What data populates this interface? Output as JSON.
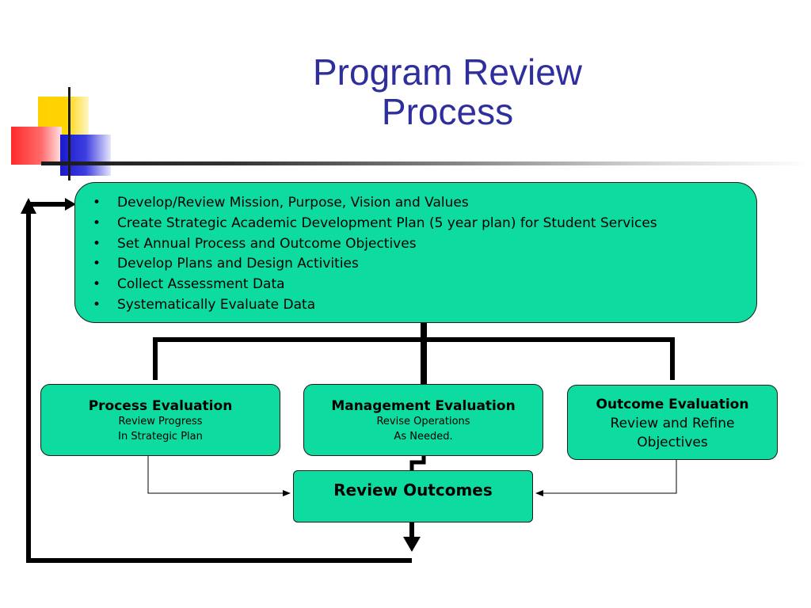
{
  "title": {
    "line1": "Program Review",
    "line2": "Process"
  },
  "main_box": {
    "items": [
      "Develop/Review Mission, Purpose, Vision and Values",
      "Create Strategic Academic Development Plan (5 year plan) for Student Services",
      "Set Annual Process and Outcome Objectives",
      "Develop Plans and Design Activities",
      "Collect Assessment Data",
      "Systematically Evaluate Data"
    ]
  },
  "process_eval": {
    "heading": "Process Evaluation",
    "line1": "Review Progress",
    "line2": "In Strategic Plan"
  },
  "management_eval": {
    "heading": "Management Evaluation",
    "line1": "Revise Operations",
    "line2": "As Needed."
  },
  "outcome_eval": {
    "heading": "Outcome Evaluation",
    "line1": "Review and Refine",
    "line2": "Objectives"
  },
  "review_outcomes": {
    "label": "Review Outcomes"
  },
  "colors": {
    "box_fill": "#0ddba0",
    "title_text": "#2e2e9c",
    "connector": "#000000"
  }
}
